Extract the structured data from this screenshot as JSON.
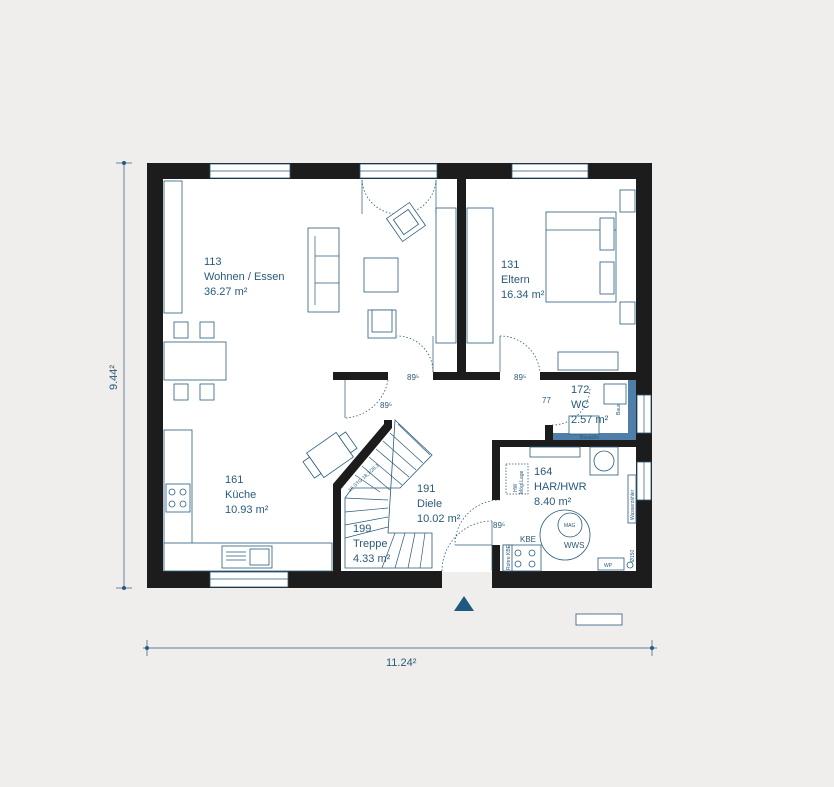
{
  "dimensions": {
    "height": "9.44²",
    "width": "11.24²"
  },
  "rooms": [
    {
      "number": "113",
      "name": "Wohnen / Essen",
      "area": "36.27 m²"
    },
    {
      "number": "131",
      "name": "Eltern",
      "area": "16.34 m²"
    },
    {
      "number": "172",
      "name": "WC",
      "area": "2.57 m²"
    },
    {
      "number": "161",
      "name": "Küche",
      "area": "10.93 m²"
    },
    {
      "number": "191",
      "name": "Diele",
      "area": "10.02 m²"
    },
    {
      "number": "164",
      "name": "HAR/HWR",
      "area": "8.40 m²"
    },
    {
      "number": "199",
      "name": "Treppe",
      "area": "4.33 m²"
    }
  ],
  "door_widths": {
    "d1": "89⁵",
    "d2": "89⁵",
    "d3": "89⁵",
    "d4": "89⁵",
    "wc": "77"
  },
  "labels": {
    "stairs": "16 STG 18,1/26,1",
    "hw": "HW",
    "hw_sub": "Mögl.Lage",
    "mag": "MAG",
    "wws": "WWS",
    "kbe": "KBE",
    "rohre_kbe": "Rohre KBE",
    "wp": "WP",
    "o150": "Ø150",
    "wasserzaehler": "Wasserzähler",
    "bauseits_1": "Bauseits",
    "bauseits_2": "Bauseits"
  },
  "colors": {
    "wall": "#1c1c1c",
    "line": "#2a5a7a",
    "background": "#efeeed",
    "wc_wall": "#4f7fa8",
    "entrance": "#1e5a80"
  }
}
